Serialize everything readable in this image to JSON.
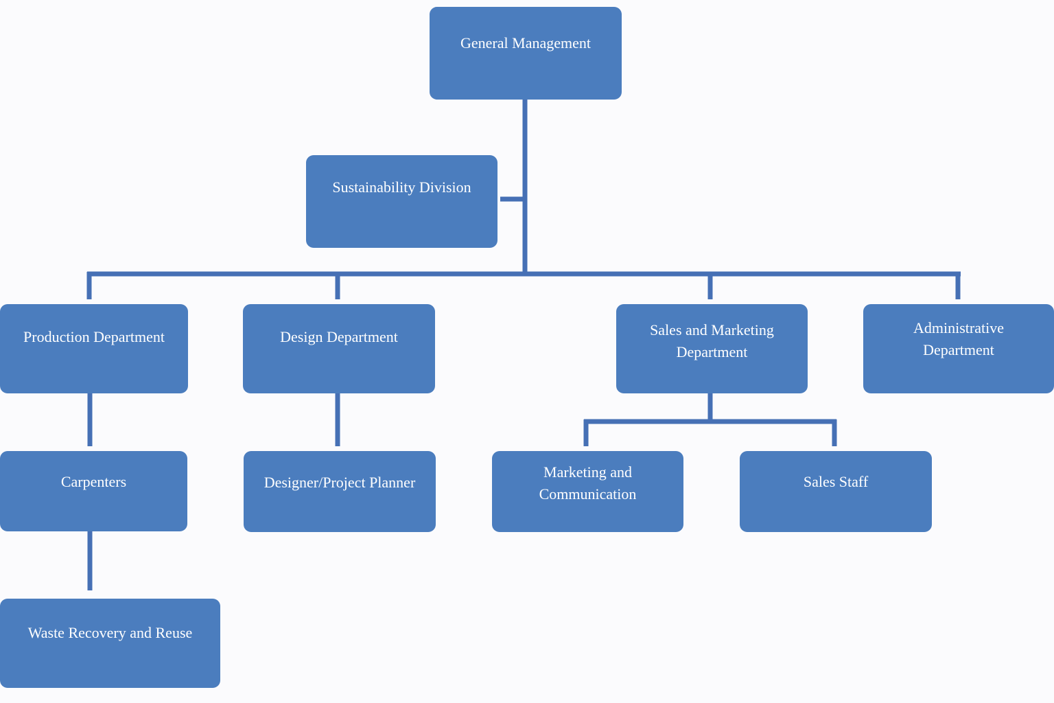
{
  "colors": {
    "box_fill": "#4b7dbe",
    "connector": "#4670b5",
    "text": "#ffffff",
    "background": "#fbfbfd"
  },
  "chart": {
    "general_management": "General Management",
    "sustainability_division": "Sustainability Division",
    "production_department": "Production Department",
    "design_department": "Design Department",
    "sales_marketing_department": {
      "line1": "Sales and Marketing",
      "line2": "Department"
    },
    "administrative_department": {
      "line1": "Administrative",
      "line2": "Department"
    },
    "carpenters": "Carpenters",
    "designer_project_planner": "Designer/Project Planner",
    "marketing_communication": {
      "line1": "Marketing and",
      "line2": "Communication"
    },
    "sales_staff": "Sales Staff",
    "waste_recovery_reuse": "Waste Recovery and Reuse"
  }
}
